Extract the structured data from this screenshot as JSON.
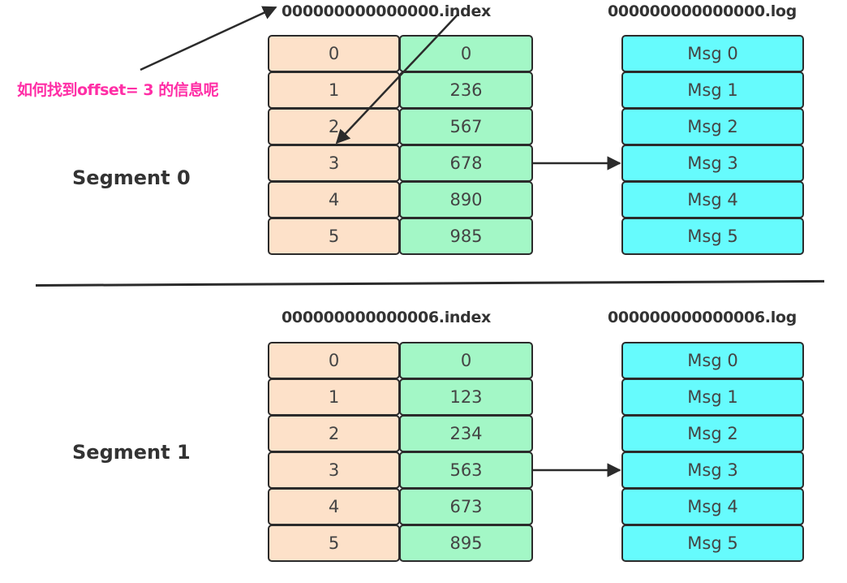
{
  "question": "如何找到offset= 3 的信息呢",
  "segments": [
    {
      "label": "Segment 0",
      "index_file": "000000000000000.index",
      "log_file": "000000000000000.log",
      "rows": [
        {
          "offset": "0",
          "position": "0",
          "message": "Msg 0"
        },
        {
          "offset": "1",
          "position": "236",
          "message": "Msg 1"
        },
        {
          "offset": "2",
          "position": "567",
          "message": "Msg 2"
        },
        {
          "offset": "3",
          "position": "678",
          "message": "Msg 3"
        },
        {
          "offset": "4",
          "position": "890",
          "message": "Msg 4"
        },
        {
          "offset": "5",
          "position": "985",
          "message": "Msg 5"
        }
      ],
      "pointer_row": 3
    },
    {
      "label": "Segment 1",
      "index_file": "000000000000006.index",
      "log_file": "000000000000006.log",
      "rows": [
        {
          "offset": "0",
          "position": "0",
          "message": "Msg 0"
        },
        {
          "offset": "1",
          "position": "123",
          "message": "Msg 1"
        },
        {
          "offset": "2",
          "position": "234",
          "message": "Msg 2"
        },
        {
          "offset": "3",
          "position": "563",
          "message": "Msg 3"
        },
        {
          "offset": "4",
          "position": "673",
          "message": "Msg 4"
        },
        {
          "offset": "5",
          "position": "895",
          "message": "Msg 5"
        }
      ],
      "pointer_row": 3
    }
  ],
  "colors": {
    "offset_cell": "#fde1c9",
    "position_cell": "#a3f7c6",
    "message_cell": "#66fbfd",
    "question_text": "#ff2ea6",
    "line": "#2b2b2b"
  }
}
